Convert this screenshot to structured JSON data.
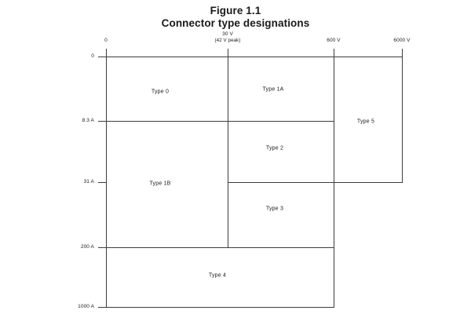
{
  "figure": {
    "title_line1": "Figure 1.1",
    "title_line2": "Connector type designations"
  },
  "chart_data": {
    "type": "diagram",
    "title": "Connector type designations",
    "subtitle": "Figure 1.1",
    "xlabel": "",
    "ylabel": "",
    "grid": false,
    "legend": "none",
    "x_axis": {
      "name": "Voltage",
      "position": "top",
      "scale": "categorical-breakpoints",
      "ticks": [
        {
          "label": "0",
          "sublabel": ""
        },
        {
          "label": "30 V",
          "sublabel": "(42 V peak)"
        },
        {
          "label": "600 V",
          "sublabel": ""
        },
        {
          "label": "6000 V",
          "sublabel": ""
        }
      ]
    },
    "y_axis": {
      "name": "Current",
      "position": "left",
      "scale": "categorical-breakpoints",
      "ticks": [
        {
          "label": "0"
        },
        {
          "label": "8.3 A"
        },
        {
          "label": "31 A"
        },
        {
          "label": "200 A"
        },
        {
          "label": "1000 A"
        }
      ]
    },
    "regions": [
      {
        "label": "Type 0",
        "voltage_range": [
          "0",
          "30 V"
        ],
        "current_range": [
          "0",
          "8.3 A"
        ]
      },
      {
        "label": "Type 1A",
        "voltage_range": [
          "30 V",
          "600 V"
        ],
        "current_range": [
          "0",
          "8.3 A"
        ]
      },
      {
        "label": "Type 5",
        "voltage_range": [
          "600 V",
          "6000 V"
        ],
        "current_range": [
          "0",
          "31 A"
        ]
      },
      {
        "label": "Type 2",
        "voltage_range": [
          "30 V",
          "600 V"
        ],
        "current_range": [
          "8.3 A",
          "31 A"
        ]
      },
      {
        "label": "Type 1B",
        "voltage_range": [
          "0",
          "30 V"
        ],
        "current_range": [
          "8.3 A",
          "200 A"
        ]
      },
      {
        "label": "Type 3",
        "voltage_range": [
          "30 V",
          "600 V"
        ],
        "current_range": [
          "31 A",
          "200 A"
        ]
      },
      {
        "label": "Type 4",
        "voltage_range": [
          "0",
          "600 V"
        ],
        "current_range": [
          "200 A",
          "1000 A"
        ]
      }
    ]
  },
  "colors": {
    "line": "#3c3c3c",
    "text": "#1a1a1a",
    "background": "#ffffff"
  }
}
